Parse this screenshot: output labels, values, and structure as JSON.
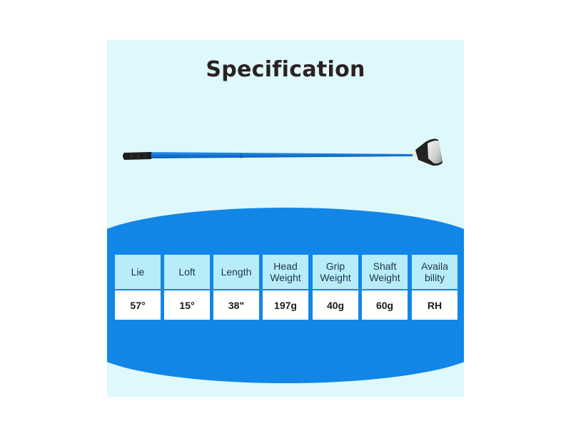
{
  "heading": "Specification",
  "spec_table": {
    "headers": [
      "Lie",
      "Loft",
      "Length",
      "Head Weight",
      "Grip Weight",
      "Shaft Weight",
      "Availa bility"
    ],
    "values": [
      "57°",
      "15°",
      "38\"",
      "197g",
      "40g",
      "60g",
      "RH"
    ]
  },
  "colors": {
    "panel_bg": "#dff8fc",
    "band": "#1286e6",
    "header_cell": "#b8ecf8",
    "shaft": "#1a7ad6",
    "grip": "#1e1e1e"
  },
  "icons": {
    "club": "golf-club-icon"
  }
}
